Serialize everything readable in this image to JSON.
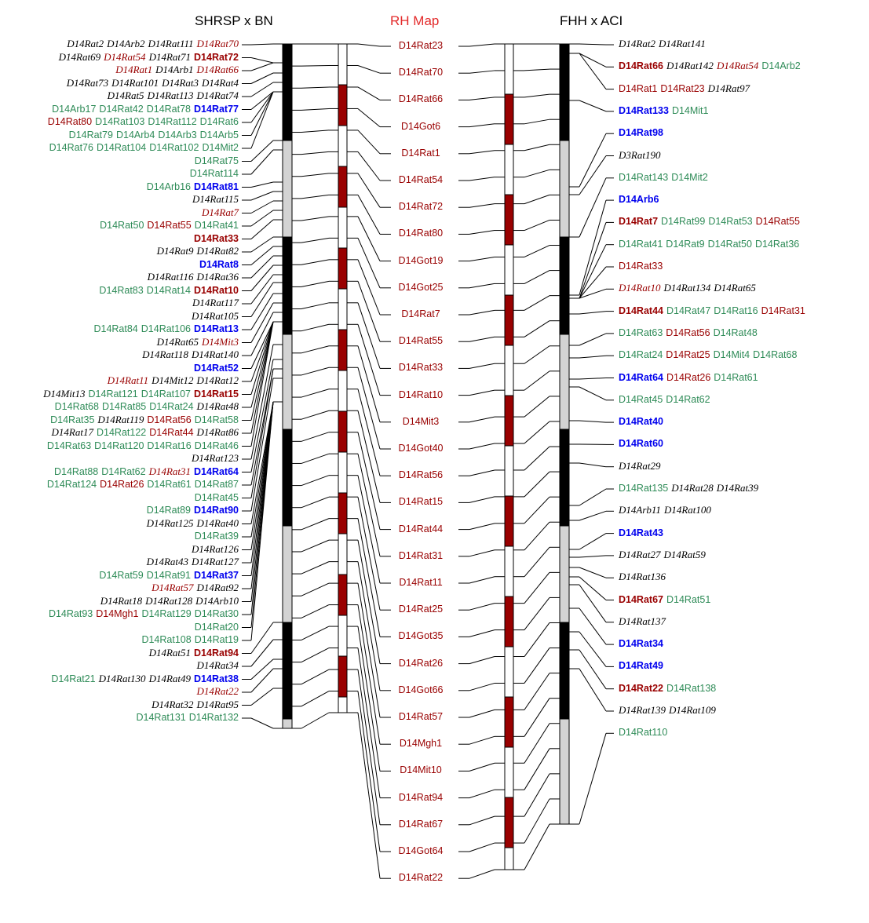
{
  "colors": {
    "black": "#000000",
    "dark_red": "#990000",
    "green": "#2e8b57",
    "blue": "#0000ee",
    "bar_black": "#000000",
    "bar_grey": "#d3d3d3",
    "bar_red": "#990000",
    "bar_white": "#ffffff",
    "rh_title": "#e32a2a"
  },
  "titles": {
    "left": "SHRSP x BN",
    "middle": "RH Map",
    "right": "FHH x ACI"
  },
  "left_map": {
    "rows": [
      [
        [
          "D14Rat2",
          "black",
          "italic"
        ],
        [
          "D14Arb2",
          "black",
          "italic"
        ],
        [
          "D14Rat111",
          "black",
          "italic"
        ],
        [
          "D14Rat70",
          "dark_red",
          "italic"
        ]
      ],
      [
        [
          "D14Rat69",
          "black",
          "italic"
        ],
        [
          "D14Rat54",
          "dark_red",
          "italic"
        ],
        [
          "D14Rat71",
          "black",
          "italic"
        ],
        [
          "D14Rat72",
          "dark_red",
          "bold"
        ]
      ],
      [
        [
          "D14Rat1",
          "dark_red",
          "italic"
        ],
        [
          "D14Arb1",
          "black",
          "italic"
        ],
        [
          "D14Rat66",
          "dark_red",
          "italic"
        ]
      ],
      [
        [
          "D14Rat73",
          "black",
          "italic"
        ],
        [
          "D14Rat101",
          "black",
          "italic"
        ],
        [
          "D14Rat3",
          "black",
          "italic"
        ],
        [
          "D14Rat4",
          "black",
          "italic"
        ]
      ],
      [
        [
          "D14Rat5",
          "black",
          "italic"
        ],
        [
          "D14Rat113",
          "black",
          "italic"
        ],
        [
          "D14Rat74",
          "black",
          "italic"
        ]
      ],
      [
        [
          "D14Arb17",
          "green",
          "plain"
        ],
        [
          "D14Rat42",
          "green",
          "plain"
        ],
        [
          "D14Rat78",
          "green",
          "plain"
        ],
        [
          "D14Rat77",
          "blue",
          "bold"
        ]
      ],
      [
        [
          "D14Rat80",
          "dark_red",
          "plain"
        ],
        [
          "D14Rat103",
          "green",
          "plain"
        ],
        [
          "D14Rat112",
          "green",
          "plain"
        ],
        [
          "D14Rat6",
          "green",
          "plain"
        ]
      ],
      [
        [
          "D14Rat79",
          "green",
          "plain"
        ],
        [
          "D14Arb4",
          "green",
          "plain"
        ],
        [
          "D14Arb3",
          "green",
          "plain"
        ],
        [
          "D14Arb5",
          "green",
          "plain"
        ]
      ],
      [
        [
          "D14Rat76",
          "green",
          "plain"
        ],
        [
          "D14Rat104",
          "green",
          "plain"
        ],
        [
          "D14Rat102",
          "green",
          "plain"
        ],
        [
          "D14Mit2",
          "green",
          "plain"
        ]
      ],
      [
        [
          "D14Rat75",
          "green",
          "plain"
        ]
      ],
      [
        [
          "D14Rat114",
          "green",
          "plain"
        ]
      ],
      [
        [
          "D14Arb16",
          "green",
          "plain"
        ],
        [
          "D14Rat81",
          "blue",
          "bold"
        ]
      ],
      [
        [
          "D14Rat115",
          "black",
          "italic"
        ]
      ],
      [
        [
          "D14Rat7",
          "dark_red",
          "italic"
        ]
      ],
      [
        [
          "D14Rat50",
          "green",
          "plain"
        ],
        [
          "D14Rat55",
          "dark_red",
          "plain"
        ],
        [
          "D14Rat41",
          "green",
          "plain"
        ]
      ],
      [
        [
          "D14Rat33",
          "dark_red",
          "bold"
        ]
      ],
      [
        [
          "D14Rat9",
          "black",
          "italic"
        ],
        [
          "D14Rat82",
          "black",
          "italic"
        ]
      ],
      [
        [
          "D14Rat8",
          "blue",
          "bold"
        ]
      ],
      [
        [
          "D14Rat116",
          "black",
          "italic"
        ],
        [
          "D14Rat36",
          "black",
          "italic"
        ]
      ],
      [
        [
          "D14Rat83",
          "green",
          "plain"
        ],
        [
          "D14Rat14",
          "green",
          "plain"
        ],
        [
          "D14Rat10",
          "dark_red",
          "bold"
        ]
      ],
      [
        [
          "D14Rat117",
          "black",
          "italic"
        ]
      ],
      [
        [
          "D14Rat105",
          "black",
          "italic"
        ]
      ],
      [
        [
          "D14Rat84",
          "green",
          "plain"
        ],
        [
          "D14Rat106",
          "green",
          "plain"
        ],
        [
          "D14Rat13",
          "blue",
          "bold"
        ]
      ],
      [
        [
          "D14Rat65",
          "black",
          "italic"
        ],
        [
          "D14Mit3",
          "dark_red",
          "italic"
        ]
      ],
      [
        [
          "D14Rat118",
          "black",
          "italic"
        ],
        [
          "D14Rat140",
          "black",
          "italic"
        ]
      ],
      [
        [
          "D14Rat52",
          "blue",
          "bold"
        ]
      ],
      [
        [
          "D14Rat11",
          "dark_red",
          "italic"
        ],
        [
          "D14Mit12",
          "black",
          "italic"
        ],
        [
          "D14Rat12",
          "black",
          "italic"
        ]
      ],
      [
        [
          "D14Mit13",
          "black",
          "italic"
        ],
        [
          "D14Rat121",
          "green",
          "plain"
        ],
        [
          "D14Rat107",
          "green",
          "plain"
        ],
        [
          "D14Rat15",
          "dark_red",
          "bold"
        ]
      ],
      [
        [
          "D14Rat68",
          "green",
          "plain"
        ],
        [
          "D14Rat85",
          "green",
          "plain"
        ],
        [
          "D14Rat24",
          "green",
          "plain"
        ],
        [
          "D14Rat48",
          "black",
          "italic"
        ]
      ],
      [
        [
          "D14Rat35",
          "green",
          "plain"
        ],
        [
          "D14Rat119",
          "black",
          "italic"
        ],
        [
          "D14Rat56",
          "dark_red",
          "plain"
        ],
        [
          "D14Rat58",
          "green",
          "plain"
        ]
      ],
      [
        [
          "D14Rat17",
          "black",
          "italic"
        ],
        [
          "D14Rat122",
          "green",
          "plain"
        ],
        [
          "D14Rat44",
          "dark_red",
          "plain"
        ],
        [
          "D14Rat86",
          "black",
          "italic"
        ]
      ],
      [
        [
          "D14Rat63",
          "green",
          "plain"
        ],
        [
          "D14Rat120",
          "green",
          "plain"
        ],
        [
          "D14Rat16",
          "green",
          "plain"
        ],
        [
          "D14Rat46",
          "green",
          "plain"
        ]
      ],
      [
        [
          "D14Rat123",
          "black",
          "italic"
        ]
      ],
      [
        [
          "D14Rat88",
          "green",
          "plain"
        ],
        [
          "D14Rat62",
          "green",
          "plain"
        ],
        [
          "D14Rat31",
          "dark_red",
          "italic"
        ],
        [
          "D14Rat64",
          "blue",
          "bold"
        ]
      ],
      [
        [
          "D14Rat124",
          "green",
          "plain"
        ],
        [
          "D14Rat26",
          "dark_red",
          "plain"
        ],
        [
          "D14Rat61",
          "green",
          "plain"
        ],
        [
          "D14Rat87",
          "green",
          "plain"
        ]
      ],
      [
        [
          "D14Rat45",
          "green",
          "plain"
        ]
      ],
      [
        [
          "D14Rat89",
          "green",
          "plain"
        ],
        [
          "D14Rat90",
          "blue",
          "bold"
        ]
      ],
      [
        [
          "D14Rat125",
          "black",
          "italic"
        ],
        [
          "D14Rat40",
          "black",
          "italic"
        ]
      ],
      [
        [
          "D14Rat39",
          "green",
          "plain"
        ]
      ],
      [
        [
          "D14Rat126",
          "black",
          "italic"
        ]
      ],
      [
        [
          "D14Rat43",
          "black",
          "italic"
        ],
        [
          "D14Rat127",
          "black",
          "italic"
        ]
      ],
      [
        [
          "D14Rat59",
          "green",
          "plain"
        ],
        [
          "D14Rat91",
          "green",
          "plain"
        ],
        [
          "D14Rat37",
          "blue",
          "bold"
        ]
      ],
      [
        [
          "D14Rat57",
          "dark_red",
          "italic"
        ],
        [
          "D14Rat92",
          "black",
          "italic"
        ]
      ],
      [
        [
          "D14Rat18",
          "black",
          "italic"
        ],
        [
          "D14Rat128",
          "black",
          "italic"
        ],
        [
          "D14Arb10",
          "black",
          "italic"
        ]
      ],
      [
        [
          "D14Rat93",
          "green",
          "plain"
        ],
        [
          "D14Mgh1",
          "dark_red",
          "plain"
        ],
        [
          "D14Rat129",
          "green",
          "plain"
        ],
        [
          "D14Rat30",
          "green",
          "plain"
        ]
      ],
      [
        [
          "D14Rat20",
          "green",
          "plain"
        ]
      ],
      [
        [
          "D14Rat108",
          "green",
          "plain"
        ],
        [
          "D14Rat19",
          "green",
          "plain"
        ]
      ],
      [
        [
          "D14Rat51",
          "black",
          "italic"
        ],
        [
          "D14Rat94",
          "dark_red",
          "bold"
        ]
      ],
      [
        [
          "D14Rat34",
          "black",
          "italic"
        ]
      ],
      [
        [
          "D14Rat21",
          "green",
          "plain"
        ],
        [
          "D14Rat130",
          "black",
          "italic"
        ],
        [
          "D14Rat49",
          "black",
          "italic"
        ],
        [
          "D14Rat38",
          "blue",
          "bold"
        ]
      ],
      [
        [
          "D14Rat22",
          "dark_red",
          "italic"
        ]
      ],
      [
        [
          "D14Rat32",
          "black",
          "italic"
        ],
        [
          "D14Rat95",
          "black",
          "italic"
        ]
      ],
      [
        [
          "D14Rat131",
          "green",
          "plain"
        ],
        [
          "D14Rat132",
          "green",
          "plain"
        ]
      ]
    ],
    "bar_segments": [
      "bar_black",
      "bar_grey",
      "bar_black",
      "bar_grey",
      "bar_black",
      "bar_grey",
      "bar_black",
      "bar_grey"
    ]
  },
  "rh_map": {
    "markers": [
      "D14Rat23",
      "D14Rat70",
      "D14Rat66",
      "D14Got6",
      "D14Rat1",
      "D14Rat54",
      "D14Rat72",
      "D14Rat80",
      "D14Got19",
      "D14Got25",
      "D14Rat7",
      "D14Rat55",
      "D14Rat33",
      "D14Rat10",
      "D14Mit3",
      "D14Got40",
      "D14Rat56",
      "D14Rat15",
      "D14Rat44",
      "D14Rat31",
      "D14Rat11",
      "D14Rat25",
      "D14Got35",
      "D14Rat26",
      "D14Got66",
      "D14Rat57",
      "D14Mgh1",
      "D14Mit10",
      "D14Rat94",
      "D14Rat67",
      "D14Got64",
      "D14Rat22"
    ]
  },
  "right_map": {
    "rows": [
      [
        [
          "D14Rat2",
          "black",
          "italic"
        ],
        [
          "D14Rat141",
          "black",
          "italic"
        ]
      ],
      [
        [
          "D14Rat66",
          "dark_red",
          "bold"
        ],
        [
          "D14Rat142",
          "black",
          "italic"
        ],
        [
          "D14Rat54",
          "dark_red",
          "italic"
        ],
        [
          "D14Arb2",
          "green",
          "plain"
        ]
      ],
      [
        [
          "D14Rat1",
          "dark_red",
          "plain"
        ],
        [
          "D14Rat23",
          "dark_red",
          "plain"
        ],
        [
          "D14Rat97",
          "black",
          "italic"
        ]
      ],
      [
        [
          "D14Rat133",
          "blue",
          "bold"
        ],
        [
          "D14Mit1",
          "green",
          "plain"
        ]
      ],
      [
        [
          "D14Rat98",
          "blue",
          "bold"
        ]
      ],
      [
        [
          "D3Rat190",
          "black",
          "italic"
        ]
      ],
      [
        [
          "D14Rat143",
          "green",
          "plain"
        ],
        [
          "D14Mit2",
          "green",
          "plain"
        ]
      ],
      [
        [
          "D14Arb6",
          "blue",
          "bold"
        ]
      ],
      [
        [
          "D14Rat7",
          "dark_red",
          "bold"
        ],
        [
          "D14Rat99",
          "green",
          "plain"
        ],
        [
          "D14Rat53",
          "green",
          "plain"
        ],
        [
          "D14Rat55",
          "dark_red",
          "plain"
        ]
      ],
      [
        [
          "D14Rat41",
          "green",
          "plain"
        ],
        [
          "D14Rat9",
          "green",
          "plain"
        ],
        [
          "D14Rat50",
          "green",
          "plain"
        ],
        [
          "D14Rat36",
          "green",
          "plain"
        ]
      ],
      [
        [
          "D14Rat33",
          "dark_red",
          "plain"
        ]
      ],
      [
        [
          "D14Rat10",
          "dark_red",
          "italic"
        ],
        [
          "D14Rat134",
          "black",
          "italic"
        ],
        [
          "D14Rat65",
          "black",
          "italic"
        ]
      ],
      [
        [
          "D14Rat44",
          "dark_red",
          "bold"
        ],
        [
          "D14Rat47",
          "green",
          "plain"
        ],
        [
          "D14Rat16",
          "green",
          "plain"
        ],
        [
          "D14Rat31",
          "dark_red",
          "plain"
        ]
      ],
      [
        [
          "D14Rat63",
          "green",
          "plain"
        ],
        [
          "D14Rat56",
          "dark_red",
          "plain"
        ],
        [
          "D14Rat48",
          "green",
          "plain"
        ]
      ],
      [
        [
          "D14Rat24",
          "green",
          "plain"
        ],
        [
          "D14Rat25",
          "dark_red",
          "plain"
        ],
        [
          "D14Mit4",
          "green",
          "plain"
        ],
        [
          "D14Rat68",
          "green",
          "plain"
        ]
      ],
      [
        [
          "D14Rat64",
          "blue",
          "bold"
        ],
        [
          "D14Rat26",
          "dark_red",
          "plain"
        ],
        [
          "D14Rat61",
          "green",
          "plain"
        ]
      ],
      [
        [
          "D14Rat45",
          "green",
          "plain"
        ],
        [
          "D14Rat62",
          "green",
          "plain"
        ]
      ],
      [
        [
          "D14Rat40",
          "blue",
          "bold"
        ]
      ],
      [
        [
          "D14Rat60",
          "blue",
          "bold"
        ]
      ],
      [
        [
          "D14Rat29",
          "black",
          "italic"
        ]
      ],
      [
        [
          "D14Rat135",
          "green",
          "plain"
        ],
        [
          "D14Rat28",
          "black",
          "italic"
        ],
        [
          "D14Rat39",
          "black",
          "italic"
        ]
      ],
      [
        [
          "D14Arb11",
          "black",
          "italic"
        ],
        [
          "D14Rat100",
          "black",
          "italic"
        ]
      ],
      [
        [
          "D14Rat43",
          "blue",
          "bold"
        ]
      ],
      [
        [
          "D14Rat27",
          "black",
          "italic"
        ],
        [
          "D14Rat59",
          "black",
          "italic"
        ]
      ],
      [
        [
          "D14Rat136",
          "black",
          "italic"
        ]
      ],
      [
        [
          "D14Rat67",
          "dark_red",
          "bold"
        ],
        [
          "D14Rat51",
          "green",
          "plain"
        ]
      ],
      [
        [
          "D14Rat137",
          "black",
          "italic"
        ]
      ],
      [
        [
          "D14Rat34",
          "blue",
          "bold"
        ]
      ],
      [
        [
          "D14Rat49",
          "blue",
          "bold"
        ]
      ],
      [
        [
          "D14Rat22",
          "dark_red",
          "bold"
        ],
        [
          "D14Rat138",
          "green",
          "plain"
        ]
      ],
      [
        [
          "D14Rat139",
          "black",
          "italic"
        ],
        [
          "D14Rat109",
          "black",
          "italic"
        ]
      ],
      [
        [
          "D14Rat110",
          "green",
          "plain"
        ]
      ]
    ],
    "bar_segments": [
      "bar_black",
      "bar_grey",
      "bar_black",
      "bar_grey",
      "bar_black",
      "bar_grey",
      "bar_black",
      "bar_grey"
    ]
  }
}
